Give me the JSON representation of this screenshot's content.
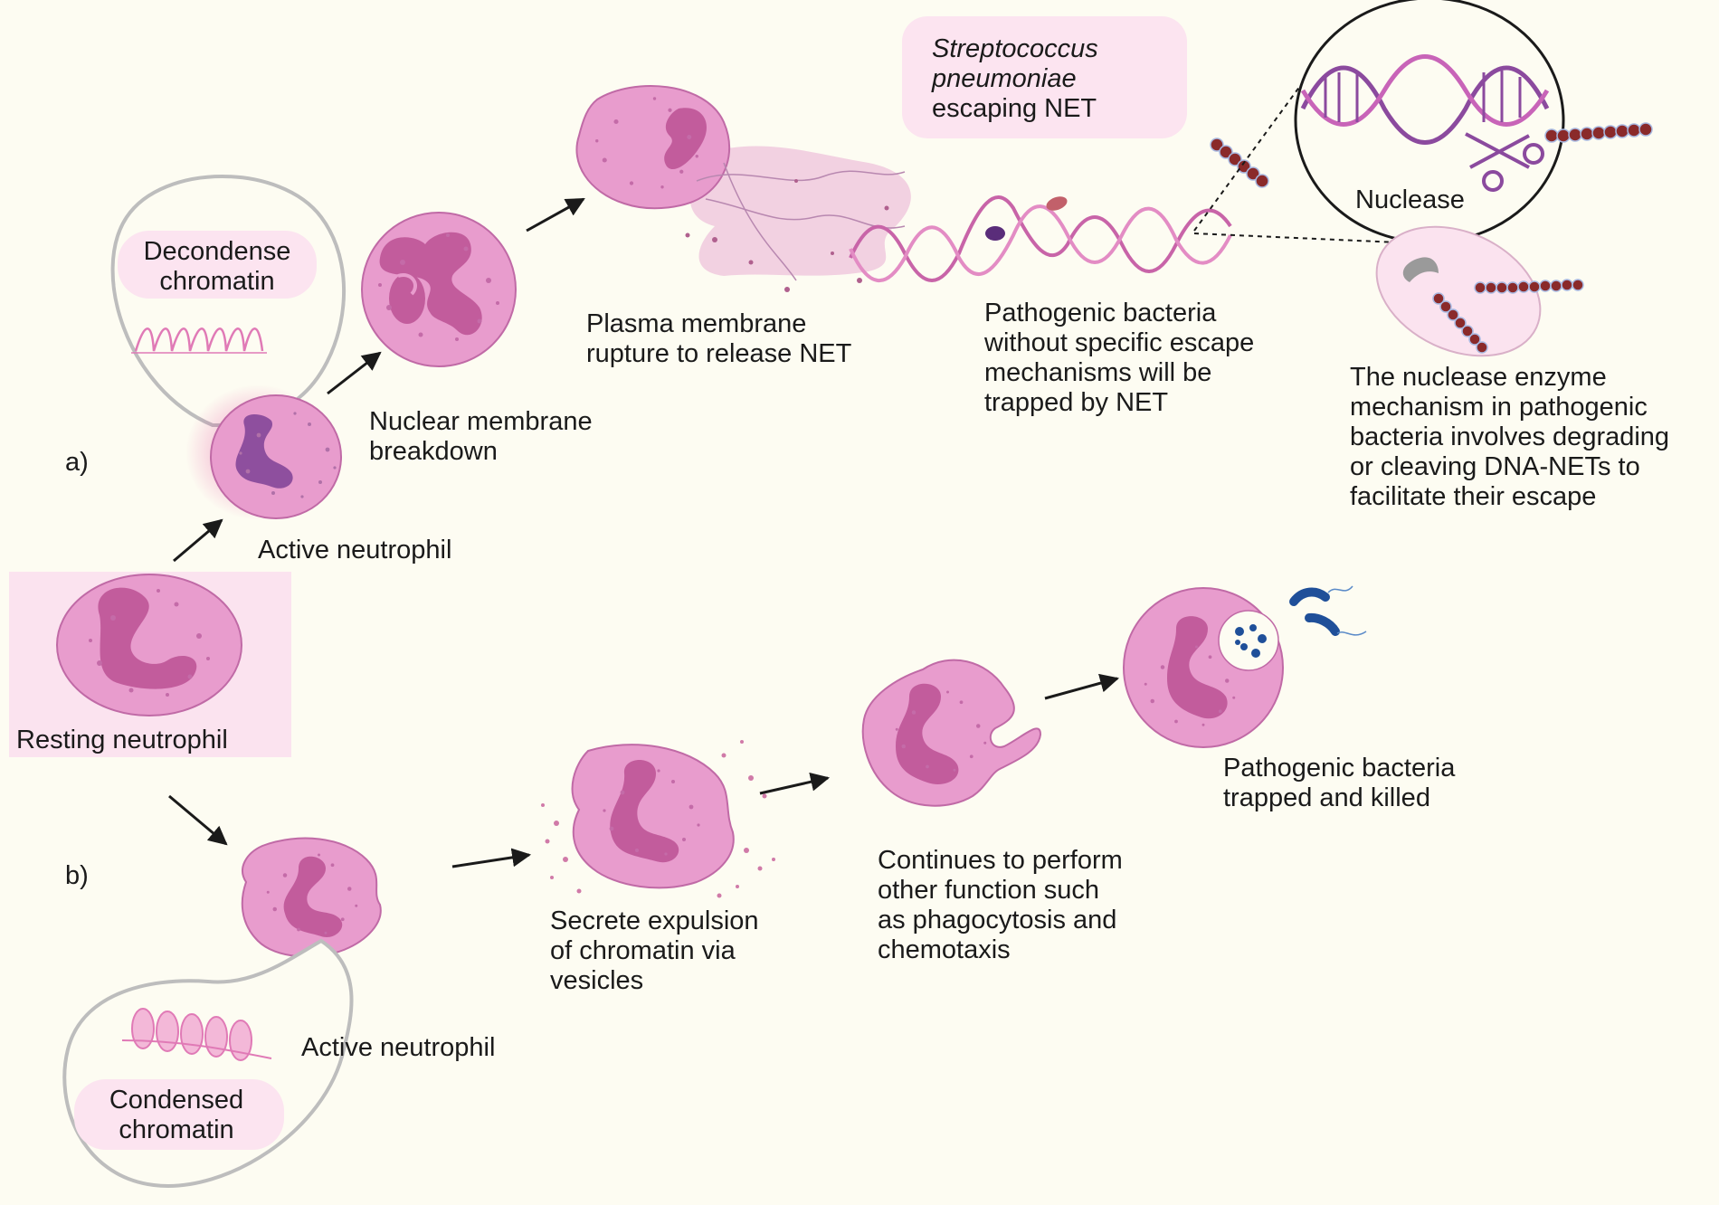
{
  "colors": {
    "background": "#fdfcf2",
    "cell": "#e89ccd",
    "cell_edge": "#c06aa6",
    "nucleus": "#c25c9c",
    "callout_fill": "#fce4f0",
    "bacteria": "#8a2a2a",
    "rod_bacteria": "#1f4f99",
    "arrow": "#1a1a1a"
  },
  "panels": {
    "a": "a)",
    "b": "b)"
  },
  "callouts": {
    "decondense": [
      "Decondense",
      "chromatin"
    ],
    "condensed": [
      "Condensed",
      "chromatin"
    ],
    "strep": {
      "line1": "Streptococcus",
      "line2": "pneumoniae",
      "line3": "escaping NET"
    },
    "nuclease": "Nuclease"
  },
  "labels": {
    "resting": "Resting neutrophil",
    "active_a": "Active neutrophil",
    "active_b": "Active neutrophil",
    "nuclear": [
      "Nuclear membrane",
      "breakdown"
    ],
    "plasma": [
      "Plasma membrane",
      "rupture to release NET"
    ],
    "trapped": [
      "Pathogenic bacteria",
      "without specific escape",
      "mechanisms will be",
      "trapped by NET"
    ],
    "nuclease_mech": [
      "The nuclease enzyme",
      "mechanism in pathogenic",
      "bacteria involves degrading",
      "or cleaving DNA-NETs to",
      "facilitate their escape"
    ],
    "secrete": [
      "Secrete expulsion",
      "of chromatin via",
      "vesicles"
    ],
    "continues": [
      "Continues to perform",
      "other function such",
      "as phagocytosis and",
      "chemotaxis"
    ],
    "killed": [
      "Pathogenic bacteria",
      "trapped and killed"
    ]
  },
  "icons": [
    "neutrophil-cell",
    "chromatin-coil",
    "dna-helix",
    "scissors-icon",
    "streptococcus-chain",
    "rod-bacterium",
    "arrow"
  ]
}
